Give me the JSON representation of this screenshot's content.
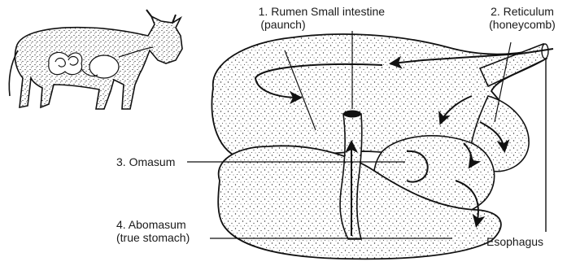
{
  "labels": {
    "rumen_line1": "1. Rumen",
    "rumen_line2": "(paunch)",
    "small_intestine": "Small intestine",
    "reticulum_line1": "2. Reticulum",
    "reticulum_line2": "(honeycomb)",
    "omasum": "3. Omasum",
    "abomasum_line1": "4. Abomasum",
    "abomasum_line2": "(true stomach)",
    "esophagus": "Esophagus"
  }
}
